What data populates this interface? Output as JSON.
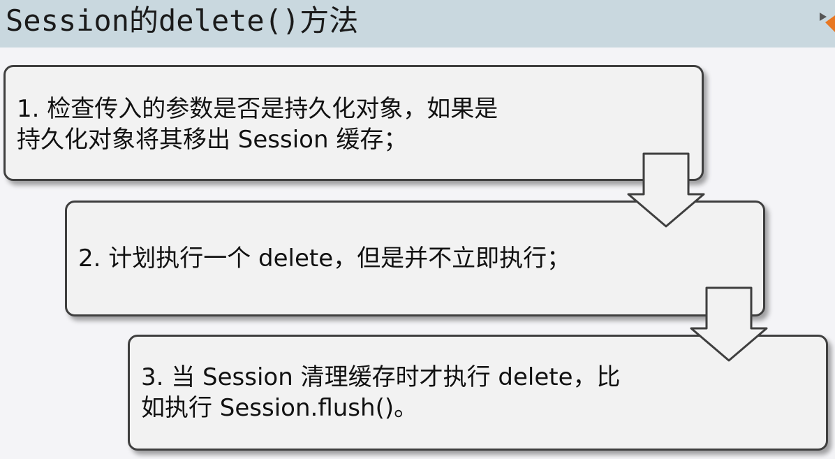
{
  "slide": {
    "title": "Session的delete()方法"
  },
  "steps": [
    {
      "text": "1. 检查传入的参数是否是持久化对象，如果是\n持久化对象将其移出 Session 缓存；"
    },
    {
      "text": "2. 计划执行一个 delete，但是并不立即执行；"
    },
    {
      "text": "3. 当 Session 清理缓存时才执行 delete，比\n如执行 Session.flush()。"
    }
  ],
  "icons": {
    "arrow": "down-arrow-icon",
    "corner": "corner-decoration-icon"
  },
  "colors": {
    "title_bar": "#c9d8df",
    "box_fill": "#f2f2f2",
    "box_border": "#3f3f3f",
    "accent": "#e87722"
  }
}
